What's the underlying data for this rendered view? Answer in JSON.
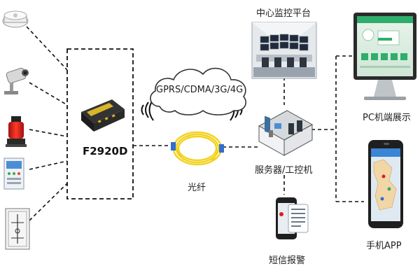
{
  "diagram": {
    "gateway": {
      "label": "F2920D"
    },
    "network": {
      "label": "GPRS/CDMA/3G/4G"
    },
    "fiber": {
      "label": "光纤"
    },
    "monitoring_center": {
      "label": "中心监控平台"
    },
    "server": {
      "label": "服务器/工控机"
    },
    "pc": {
      "label": "PC机端展示"
    },
    "mobile_app": {
      "label": "手机APP"
    },
    "sms": {
      "label": "短信报警"
    }
  },
  "colors": {
    "line": "#111111",
    "cloud_stroke": "#333333",
    "fiber": "#f2d21c",
    "fiber_connector": "#2f6fd1",
    "gateway_body": "#1c1c1c",
    "gateway_accent": "#d9b52a",
    "alarm_red": "#d81e1e",
    "screen_green": "#2fae6b"
  },
  "icons": [
    "smoke-detector-icon",
    "security-camera-icon",
    "alarm-light-icon",
    "control-panel-icon",
    "switch-cabinet-icon",
    "gateway-device-icon",
    "signal-wave-icon",
    "cloud-icon",
    "fiber-cable-icon",
    "control-room-icon",
    "server-room-icon",
    "monitor-icon",
    "smartphone-icon",
    "sms-phone-icon"
  ]
}
